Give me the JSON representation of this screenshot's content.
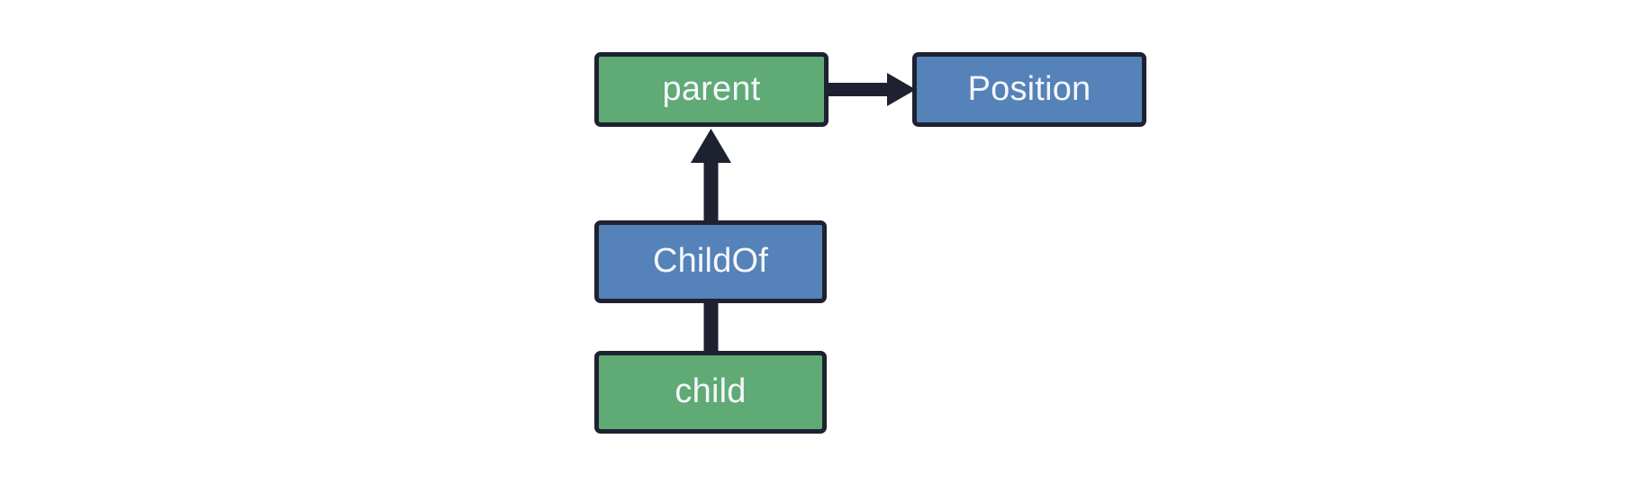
{
  "diagram": {
    "type": "entity-relationship-graph",
    "background_color": "#ffffff",
    "stroke_color": "#1e2230",
    "label_color": "#f4f7fb",
    "palette": {
      "entity_fill": "#5faa75",
      "component_fill": "#5582b8",
      "border": "#1e2230"
    },
    "nodes": [
      {
        "id": "parent",
        "label": "parent",
        "kind": "entity",
        "fill": "#5faa75"
      },
      {
        "id": "position",
        "label": "Position",
        "kind": "component",
        "fill": "#5582b8"
      },
      {
        "id": "childof",
        "label": "ChildOf",
        "kind": "component",
        "fill": "#5582b8"
      },
      {
        "id": "child",
        "label": "child",
        "kind": "entity",
        "fill": "#5faa75"
      }
    ],
    "edges": [
      {
        "id": "parent-to-position",
        "from": "parent",
        "to": "position",
        "direction": "right",
        "arrowhead": true
      },
      {
        "id": "childof-to-parent",
        "from": "childof",
        "to": "parent",
        "direction": "up",
        "arrowhead": true
      },
      {
        "id": "child-to-childof",
        "from": "child",
        "to": "childof",
        "direction": "up",
        "arrowhead": false
      }
    ]
  }
}
